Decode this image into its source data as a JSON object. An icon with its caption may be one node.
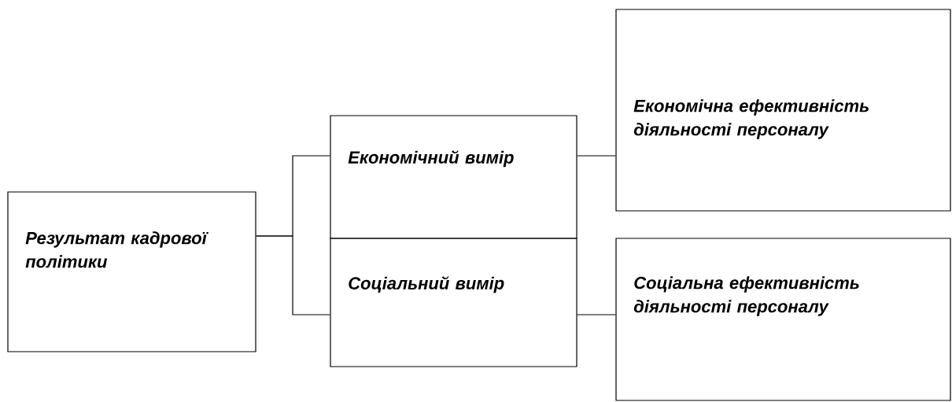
{
  "diagram": {
    "nodes": [
      {
        "text": [
          "Результат кадрової політики"
        ]
      },
      {
        "text": [
          "Економічний вимір"
        ]
      },
      {
        "text": [
          "Соціальний вимір"
        ]
      },
      {
        "text": [
          "Економічна ефективність діяльності персоналу"
        ]
      },
      {
        "text": [
          "Соціальна ефективність діяльності персоналу"
        ]
      }
    ],
    "edges": [
      {
        "from": 0,
        "to": 1,
        "arrow": "none"
      },
      {
        "from": 0,
        "to": 2,
        "arrow": "none"
      },
      {
        "from": 1,
        "to": 3,
        "arrow": "none"
      },
      {
        "from": 2,
        "to": 4,
        "arrow": "none"
      }
    ]
  }
}
